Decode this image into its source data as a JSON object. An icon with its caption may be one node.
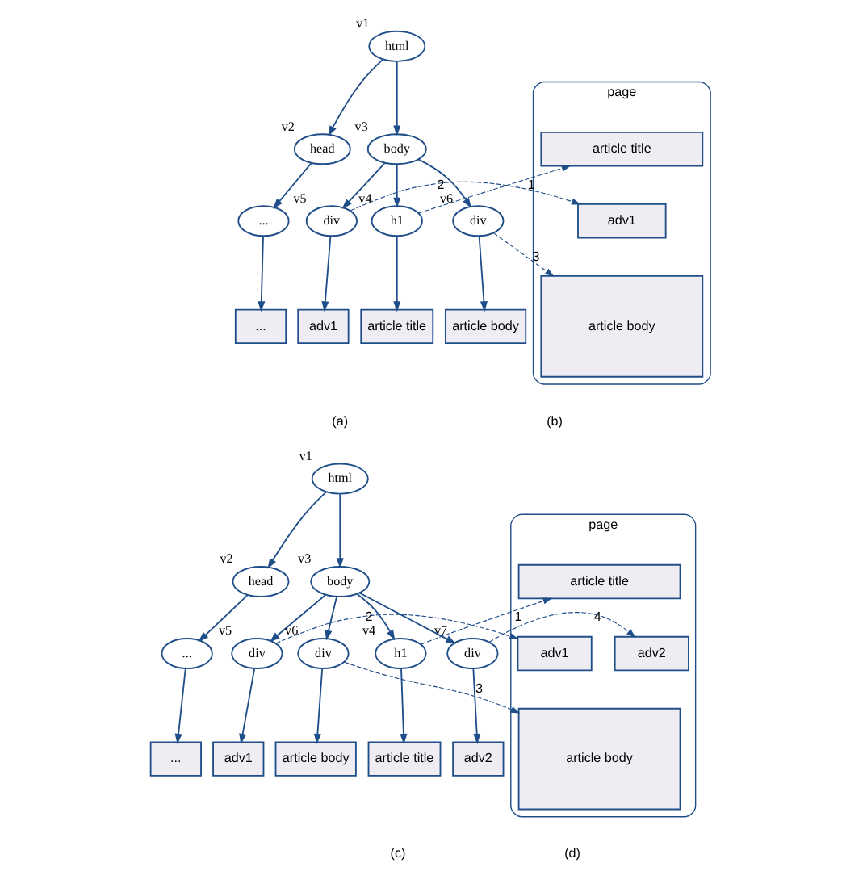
{
  "diagram": {
    "nodes": [
      {
        "text": [
          "html"
        ],
        "beside": [
          "v1"
        ]
      },
      {
        "text": [
          "head"
        ],
        "beside": [
          "v2"
        ]
      },
      {
        "text": [
          "body"
        ],
        "beside": [
          "v3"
        ]
      },
      {
        "text": [
          "..."
        ]
      },
      {
        "text": [
          "h1"
        ],
        "beside": [
          "v4"
        ]
      },
      {
        "text": [
          "div"
        ],
        "beside": [
          "v5"
        ]
      },
      {
        "text": [
          "div"
        ],
        "beside": [
          "v6"
        ]
      },
      {
        "text": [
          "..."
        ]
      },
      {
        "text": [
          "article title"
        ]
      },
      {
        "text": [
          "adv1"
        ]
      },
      {
        "text": [
          "article body"
        ]
      },
      {
        "text": [
          "page"
        ]
      },
      {
        "text": [
          "article title"
        ],
        "in": 11
      },
      {
        "text": [
          "adv1"
        ],
        "in": 11
      },
      {
        "text": [
          "article body"
        ],
        "in": 11
      },
      {
        "text": [
          "html"
        ],
        "beside": [
          "v1"
        ]
      },
      {
        "text": [
          "head"
        ],
        "beside": [
          "v2"
        ]
      },
      {
        "text": [
          "body"
        ],
        "beside": [
          "v3"
        ]
      },
      {
        "text": [
          "..."
        ]
      },
      {
        "text": [
          "h1"
        ],
        "beside": [
          "v4"
        ]
      },
      {
        "text": [
          "div"
        ],
        "beside": [
          "v5"
        ]
      },
      {
        "text": [
          "div"
        ],
        "beside": [
          "v7"
        ]
      },
      {
        "text": [
          "div"
        ],
        "beside": [
          "v6"
        ]
      },
      {
        "text": [
          "..."
        ]
      },
      {
        "text": [
          "article title"
        ]
      },
      {
        "text": [
          "adv1"
        ]
      },
      {
        "text": [
          "adv2"
        ]
      },
      {
        "text": [
          "article body"
        ]
      },
      {
        "text": [
          "page"
        ]
      },
      {
        "text": [
          "article title"
        ],
        "in": 28
      },
      {
        "text": [
          "adv1"
        ],
        "in": 28
      },
      {
        "text": [
          "adv2"
        ],
        "in": 28
      },
      {
        "text": [
          "article body"
        ],
        "in": 28
      }
    ],
    "edges": [
      {
        "from": 0,
        "to": 1,
        "arrow": "to"
      },
      {
        "from": 0,
        "to": 2,
        "arrow": "to"
      },
      {
        "from": 1,
        "to": 3,
        "arrow": "to"
      },
      {
        "from": 2,
        "to": 4,
        "arrow": "to"
      },
      {
        "from": 2,
        "to": 5,
        "arrow": "to"
      },
      {
        "from": 2,
        "to": 6,
        "arrow": "to"
      },
      {
        "from": 3,
        "to": 7,
        "arrow": "to"
      },
      {
        "from": 4,
        "to": 8,
        "arrow": "to"
      },
      {
        "from": 5,
        "to": 9,
        "arrow": "to"
      },
      {
        "from": 6,
        "to": 10,
        "arrow": "to"
      },
      {
        "from": 4,
        "to": 12,
        "arrow": "to",
        "label": "1",
        "style": "dashed"
      },
      {
        "from": 5,
        "to": 13,
        "arrow": "to",
        "label": "2",
        "style": "dashed"
      },
      {
        "from": 6,
        "to": 14,
        "arrow": "to",
        "label": "3",
        "style": "dashed"
      },
      {
        "from": 15,
        "to": 16,
        "arrow": "to"
      },
      {
        "from": 15,
        "to": 17,
        "arrow": "to"
      },
      {
        "from": 16,
        "to": 18,
        "arrow": "to"
      },
      {
        "from": 17,
        "to": 19,
        "arrow": "to"
      },
      {
        "from": 17,
        "to": 20,
        "arrow": "to"
      },
      {
        "from": 17,
        "to": 21,
        "arrow": "to"
      },
      {
        "from": 17,
        "to": 22,
        "arrow": "to"
      },
      {
        "from": 18,
        "to": 23,
        "arrow": "to"
      },
      {
        "from": 19,
        "to": 24,
        "arrow": "to"
      },
      {
        "from": 20,
        "to": 25,
        "arrow": "to"
      },
      {
        "from": 21,
        "to": 26,
        "arrow": "to"
      },
      {
        "from": 22,
        "to": 27,
        "arrow": "to"
      },
      {
        "from": 19,
        "to": 29,
        "arrow": "to",
        "label": "1",
        "style": "dashed"
      },
      {
        "from": 20,
        "to": 30,
        "arrow": "to",
        "label": "2",
        "style": "dashed"
      },
      {
        "from": 22,
        "to": 32,
        "arrow": "to",
        "label": "3",
        "style": "dashed"
      },
      {
        "from": 21,
        "to": 31,
        "arrow": "to",
        "label": "4",
        "style": "dashed"
      }
    ],
    "labels": [
      "(a)",
      "(b)",
      "(c)",
      "(d)"
    ]
  }
}
